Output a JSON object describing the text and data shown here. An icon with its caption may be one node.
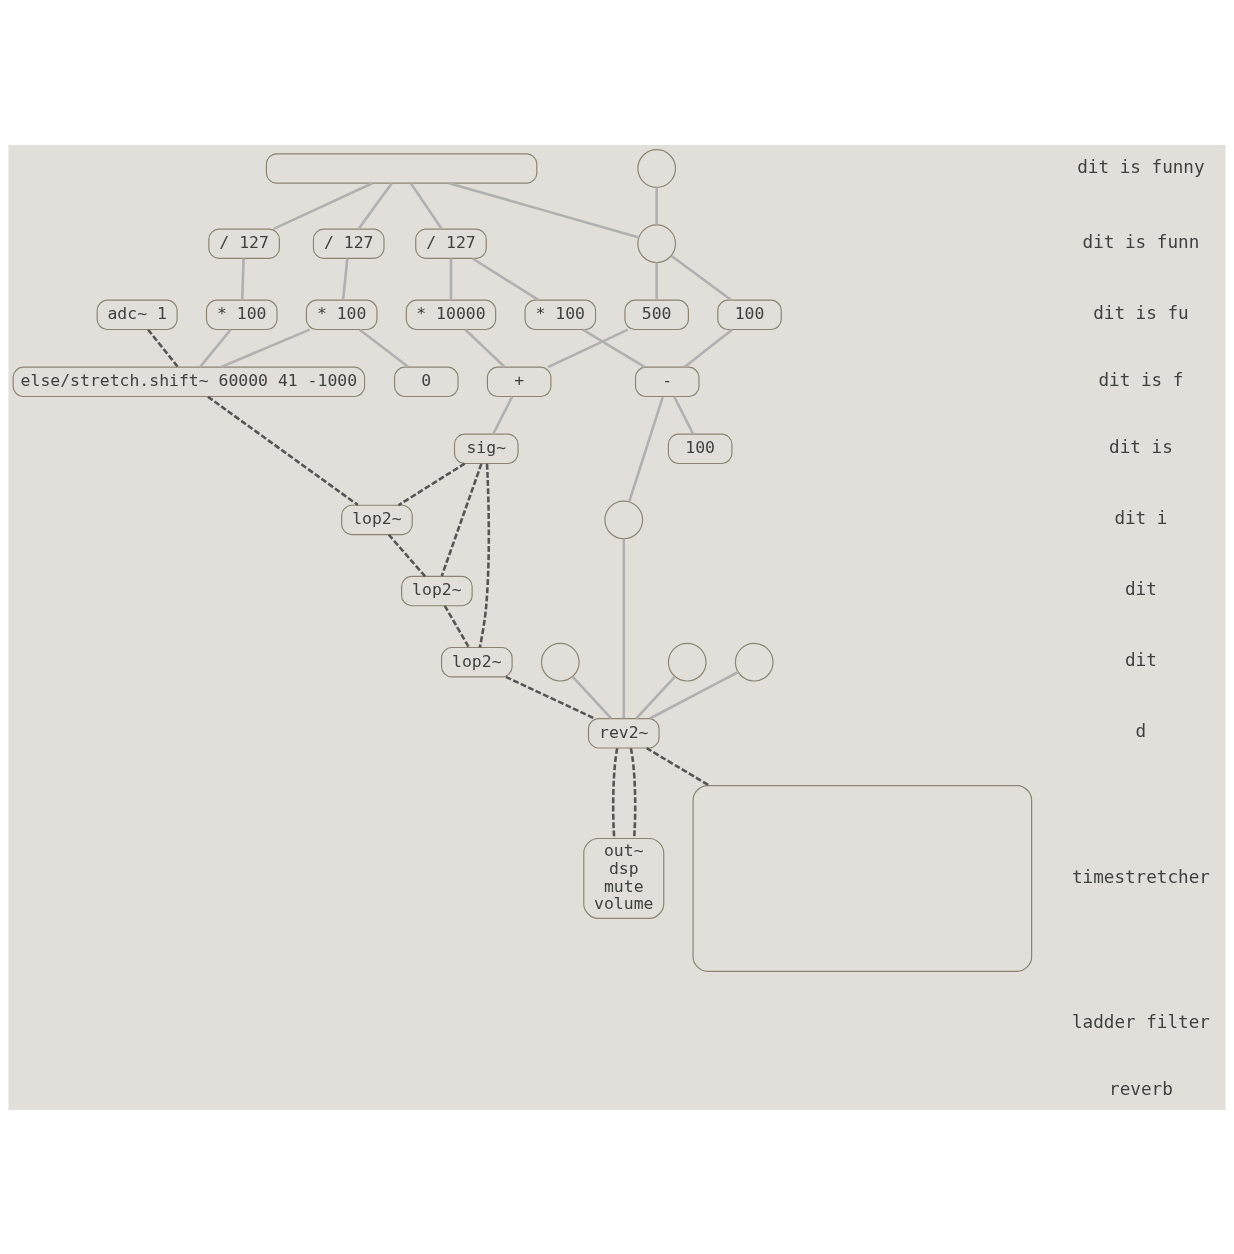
{
  "diagram": {
    "nodes": [
      {
        "text": [],
        "shape": "circle"
      },
      {
        "text": [],
        "shape": "bar"
      },
      {
        "text": [],
        "shape": "circle"
      },
      {
        "text": [
          "adc~ 1"
        ]
      },
      {
        "text": [
          "/ 127"
        ]
      },
      {
        "text": [
          "/ 127"
        ]
      },
      {
        "text": [
          "* 100"
        ]
      },
      {
        "text": [
          "* 100"
        ]
      },
      {
        "text": [
          "/ 127"
        ]
      },
      {
        "text": [
          "0"
        ]
      },
      {
        "text": [
          "else/stretch.shift~ 60000 41 -1000"
        ]
      },
      {
        "text": [
          "* 10000"
        ]
      },
      {
        "text": [
          "500"
        ]
      },
      {
        "text": [
          "100"
        ]
      },
      {
        "text": [
          "+"
        ]
      },
      {
        "text": [
          "lop2~"
        ]
      },
      {
        "text": [
          "sig~"
        ]
      },
      {
        "text": [
          "* 100"
        ]
      },
      {
        "text": [
          "lop2~"
        ]
      },
      {
        "text": [
          "-"
        ]
      },
      {
        "text": [
          "lop2~"
        ]
      },
      {
        "text": [],
        "shape": "circle"
      },
      {
        "text": [],
        "shape": "circle"
      },
      {
        "text": [],
        "shape": "circle"
      },
      {
        "text": [],
        "shape": "circle"
      },
      {
        "text": [
          "100"
        ]
      },
      {
        "text": [
          "rev2~"
        ]
      },
      {
        "text": [
          "out~",
          "dsp",
          "mute",
          "volume"
        ]
      },
      {
        "text": [],
        "shape": "box"
      }
    ],
    "edges": [
      {
        "from": 0,
        "to": 2,
        "arrow": "none"
      },
      {
        "from": 1,
        "to": 2,
        "arrow": "none"
      },
      {
        "from": 1,
        "to": 4,
        "arrow": "none"
      },
      {
        "from": 1,
        "to": 5,
        "arrow": "none"
      },
      {
        "from": 1,
        "to": 8,
        "arrow": "none"
      },
      {
        "from": 2,
        "to": 12,
        "arrow": "none"
      },
      {
        "from": 2,
        "to": 13,
        "arrow": "none"
      },
      {
        "from": 4,
        "to": 6,
        "arrow": "none"
      },
      {
        "from": 6,
        "to": 9,
        "arrow": "none"
      },
      {
        "from": 6,
        "to": 10,
        "arrow": "none"
      },
      {
        "from": 5,
        "to": 7,
        "arrow": "none"
      },
      {
        "from": 7,
        "to": 10,
        "arrow": "none"
      },
      {
        "from": 8,
        "to": 11,
        "arrow": "none"
      },
      {
        "from": 8,
        "to": 17,
        "arrow": "none"
      },
      {
        "from": 11,
        "to": 14,
        "arrow": "none"
      },
      {
        "from": 12,
        "to": 14,
        "arrow": "none"
      },
      {
        "from": 14,
        "to": 16,
        "arrow": "none"
      },
      {
        "from": 13,
        "to": 19,
        "arrow": "none"
      },
      {
        "from": 17,
        "to": 19,
        "arrow": "none"
      },
      {
        "from": 19,
        "to": 25,
        "arrow": "none"
      },
      {
        "from": 19,
        "to": 22,
        "arrow": "none"
      },
      {
        "from": 3,
        "to": 10,
        "arrow": "none",
        "style": "dashed",
        "color": "#555555"
      },
      {
        "from": 10,
        "to": 15,
        "arrow": "none",
        "style": "dashed",
        "color": "#555555"
      },
      {
        "from": 16,
        "to": 15,
        "arrow": "none",
        "style": "dashed",
        "color": "#555555"
      },
      {
        "from": 15,
        "to": 18,
        "arrow": "none",
        "style": "dashed",
        "color": "#555555"
      },
      {
        "from": 16,
        "to": 18,
        "arrow": "none",
        "style": "dashed",
        "color": "#555555"
      },
      {
        "from": 18,
        "to": 20,
        "arrow": "none",
        "style": "dashed",
        "color": "#555555"
      },
      {
        "from": 16,
        "to": 20,
        "arrow": "none",
        "style": "dashed",
        "color": "#555555"
      },
      {
        "from": 20,
        "to": 26,
        "arrow": "none",
        "style": "dashed",
        "color": "#555555"
      },
      {
        "from": 21,
        "to": 26,
        "arrow": "none"
      },
      {
        "from": 22,
        "to": 26,
        "arrow": "none"
      },
      {
        "from": 23,
        "to": 26,
        "arrow": "none"
      },
      {
        "from": 24,
        "to": 26,
        "arrow": "none"
      },
      {
        "from": 26,
        "to": 27,
        "arrow": "none",
        "style": "dashed",
        "color": "#555555"
      },
      {
        "from": 26,
        "to": 27,
        "arrow": "none",
        "style": "dashed",
        "color": "#555555"
      },
      {
        "from": 26,
        "to": 28,
        "arrow": "none",
        "style": "dashed",
        "color": "#555555"
      }
    ],
    "labels": [
      "dit is funny",
      "dit is funn",
      "dit is fu",
      "dit is f",
      "dit is",
      "dit i",
      "dit",
      "dit",
      "d",
      "timestretcher",
      "ladder filter",
      "reverb"
    ]
  }
}
